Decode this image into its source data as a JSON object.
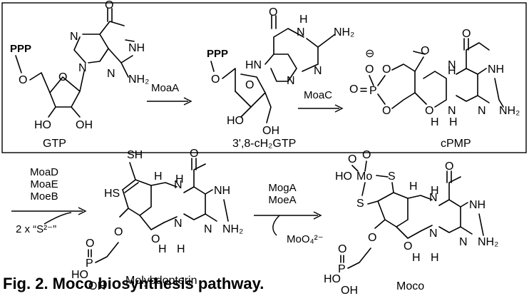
{
  "caption": "Fig. 2. Moco biosynthesis pathway.",
  "compounds": {
    "gtp": "GTP",
    "chgtp": "3',8-cH₂GTP",
    "cpmp": "cPMP",
    "mpt": "Molybdopterin",
    "moco": "Moco"
  },
  "enzymes": {
    "step1": [
      "MoaA"
    ],
    "step2": [
      "MoaC"
    ],
    "step3": [
      "MoaD",
      "MoaE",
      "MoeB"
    ],
    "step3_cofactor": "2 x “S²⁻”",
    "step4": [
      "MogA",
      "MoeA"
    ],
    "step4_cofactor": "MoO₄²⁻"
  },
  "labels": {
    "ppp": "PPP",
    "o": "O",
    "n": "N",
    "nh": "NH",
    "hn": "HN",
    "h": "H",
    "s": "S",
    "p": "P",
    "mo": "Mo",
    "oh": "OH",
    "ho": "HO",
    "sh": "SH",
    "hs": "HS",
    "nh2": "NH₂",
    "minus": "⊖",
    "ho_mo": "HO"
  }
}
